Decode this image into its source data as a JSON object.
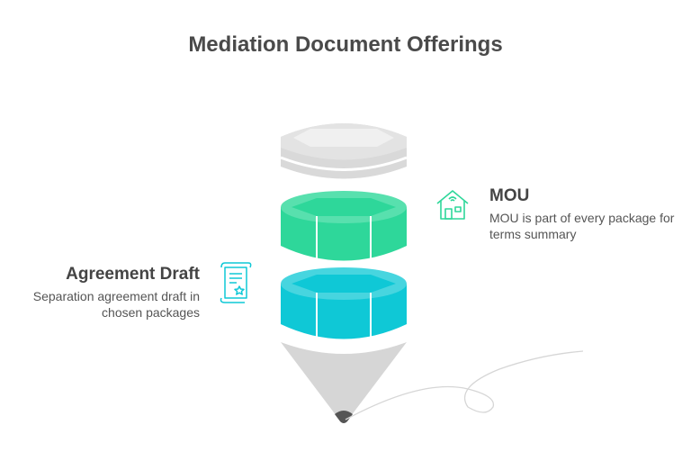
{
  "title": "Mediation Document Offerings",
  "items": [
    {
      "title": "MOU",
      "desc_line1": "MOU is part of every package for",
      "desc_line2": "terms summary",
      "icon": "house-icon",
      "color": "#2ed79a"
    },
    {
      "title": "Agreement Draft",
      "desc_line1": "Separation agreement draft in",
      "desc_line2": "chosen packages",
      "icon": "document-certificate-icon",
      "color": "#0fc8d6"
    }
  ],
  "colors": {
    "eraser": "#d9d9d9",
    "green": "#2ed79a",
    "cyan": "#0fc8d6",
    "tip": "#d6d6d6",
    "lead": "#555555"
  }
}
